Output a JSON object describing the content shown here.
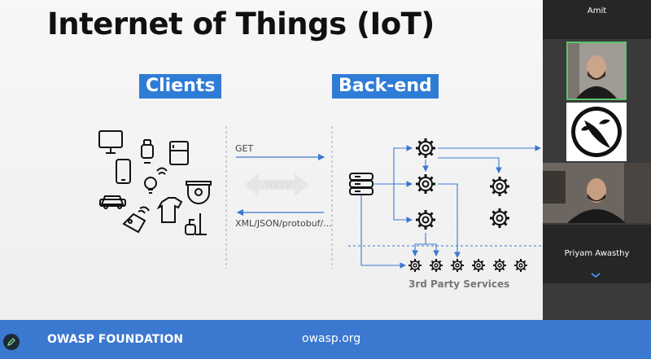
{
  "slide": {
    "title": "Internet of Things (IoT)",
    "clients_label": "Clients",
    "backend_label": "Back-end",
    "get_label": "GET",
    "http_label": "HTTP",
    "response_label": "XML/JSON/protobuf/...",
    "services_label": "3rd Party Services"
  },
  "footer": {
    "org": "OWASP FOUNDATION",
    "url": "owasp.org"
  },
  "participants": [
    {
      "name": "Amit"
    },
    {
      "name": "Priyam Awasthy"
    }
  ],
  "colors": {
    "accent": "#2f7cd6",
    "footer": "#3b78d0",
    "active_speaker": "#58c46b",
    "arrow": "#3b78d0"
  }
}
